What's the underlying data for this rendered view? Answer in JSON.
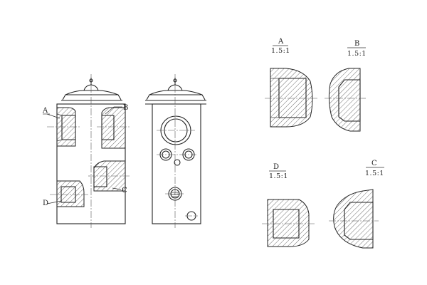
{
  "labels": {
    "a": "A",
    "b": "B",
    "c": "C",
    "d": "D"
  },
  "details": {
    "a": {
      "letter": "A",
      "scale": "1.5:1"
    },
    "b": {
      "letter": "B",
      "scale": "1.5:1"
    },
    "d": {
      "letter": "D",
      "scale": "1.5:1"
    },
    "c": {
      "letter": "C",
      "scale": "1.5:1"
    }
  }
}
